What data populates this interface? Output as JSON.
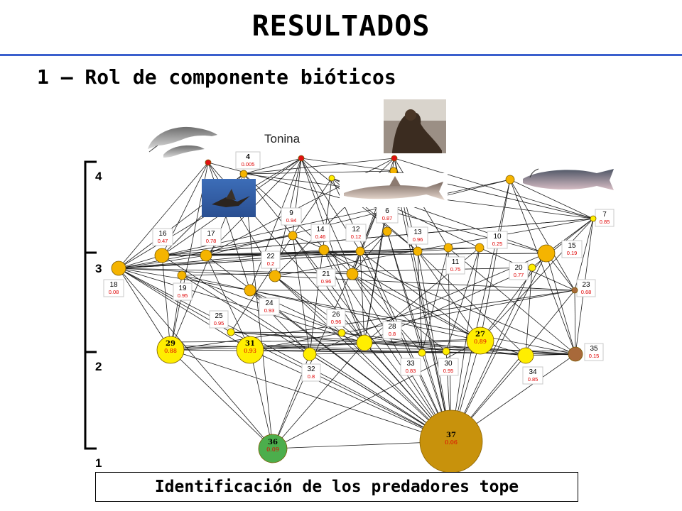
{
  "header": {
    "title": "RESULTADOS",
    "subtitle": "1 – Rol de componente bióticos"
  },
  "photo_label": "Tonina",
  "footer_box": "Identificación de los predadores tope",
  "axis_levels": [
    "4",
    "3",
    "2",
    "1"
  ],
  "colors": {
    "accent_rule": "#3a5fcd",
    "node_red": "#e01010",
    "node_orange": "#f5b400",
    "node_yellow": "#ffee00",
    "node_green": "#4cae4c",
    "node_gold": "#c8920c",
    "node_brown": "#a8693a",
    "value_text": "#e00000"
  },
  "nodes": [
    {
      "id": "4",
      "value": "0.005"
    },
    {
      "id": "9",
      "value": "0.94"
    },
    {
      "id": "6",
      "value": "0.87"
    },
    {
      "id": "7",
      "value": "0.85"
    },
    {
      "id": "16",
      "value": "0.47"
    },
    {
      "id": "17",
      "value": "0.78"
    },
    {
      "id": "14",
      "value": "0.46"
    },
    {
      "id": "12",
      "value": "0.12"
    },
    {
      "id": "13",
      "value": "0.96"
    },
    {
      "id": "10",
      "value": "0.25"
    },
    {
      "id": "15",
      "value": "0.19"
    },
    {
      "id": "22",
      "value": "0.2"
    },
    {
      "id": "11",
      "value": "0.75"
    },
    {
      "id": "20",
      "value": "0.77"
    },
    {
      "id": "18",
      "value": "0.08"
    },
    {
      "id": "19",
      "value": "0.95"
    },
    {
      "id": "21",
      "value": "0.96"
    },
    {
      "id": "23",
      "value": "0.68"
    },
    {
      "id": "24",
      "value": "0.93"
    },
    {
      "id": "25",
      "value": "0.95"
    },
    {
      "id": "26",
      "value": "0.96"
    },
    {
      "id": "28",
      "value": "0.8"
    },
    {
      "id": "27",
      "value": "0.89"
    },
    {
      "id": "29",
      "value": "0.88"
    },
    {
      "id": "31",
      "value": "0.93"
    },
    {
      "id": "35",
      "value": "0.15"
    },
    {
      "id": "32",
      "value": "0.8"
    },
    {
      "id": "33",
      "value": "0.83"
    },
    {
      "id": "30",
      "value": "0.95"
    },
    {
      "id": "34",
      "value": "0.85"
    },
    {
      "id": "36",
      "value": "0.09"
    },
    {
      "id": "37",
      "value": "0.06"
    }
  ]
}
